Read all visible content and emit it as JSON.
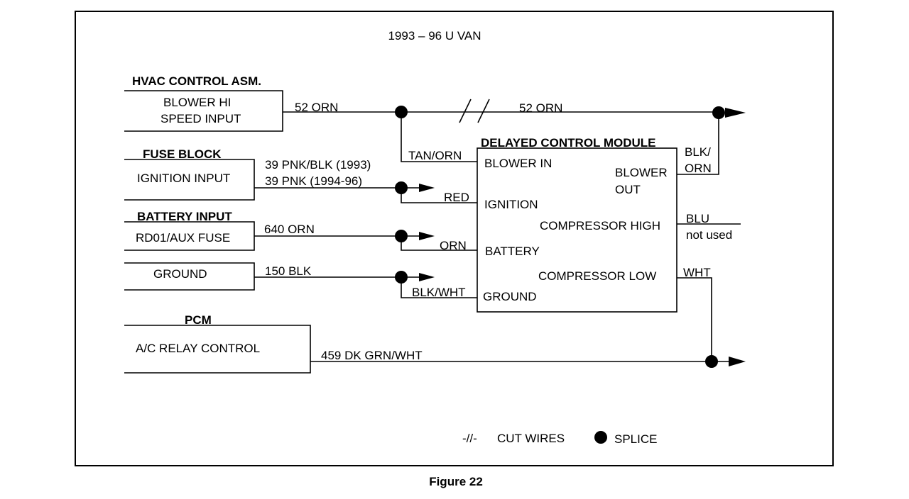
{
  "diagram": {
    "title": "1993 – 96  U VAN",
    "caption": "Figure 22",
    "hvac": {
      "header": "HVAC CONTROL ASM.",
      "line1": "BLOWER HI",
      "line2": "SPEED INPUT",
      "wire": "52 ORN",
      "wire_right": "52 ORN",
      "branch": "TAN/ORN"
    },
    "fuse": {
      "header": "FUSE BLOCK",
      "label": "IGNITION INPUT",
      "wire1": "39 PNK/BLK (1993)",
      "wire2": "39 PNK (1994-96)",
      "branch": "RED"
    },
    "battery": {
      "header": "BATTERY INPUT",
      "label": "RD01/AUX FUSE",
      "wire": "640 ORN",
      "branch": "ORN"
    },
    "ground": {
      "label": "GROUND",
      "wire": "150 BLK",
      "branch": "BLK/WHT"
    },
    "pcm": {
      "header": "PCM",
      "label": "A/C RELAY CONTROL",
      "wire": "459 DK GRN/WHT"
    },
    "module": {
      "header": "DELAYED CONTROL MODULE",
      "blower_in": "BLOWER IN",
      "ignition": "IGNITION",
      "battery": "BATTERY",
      "ground": "GROUND",
      "blower_out_1": "BLOWER",
      "blower_out_2": "OUT",
      "comp_high": "COMPRESSOR HIGH",
      "comp_low": "COMPRESSOR LOW"
    },
    "outputs": {
      "blk_orn_1": "BLK/",
      "blk_orn_2": "ORN",
      "blu": "BLU",
      "not_used": "not used",
      "wht": "WHT"
    },
    "legend": {
      "cut_symbol": "-//-",
      "cut_label": "CUT WIRES",
      "splice_label": "SPLICE"
    }
  }
}
